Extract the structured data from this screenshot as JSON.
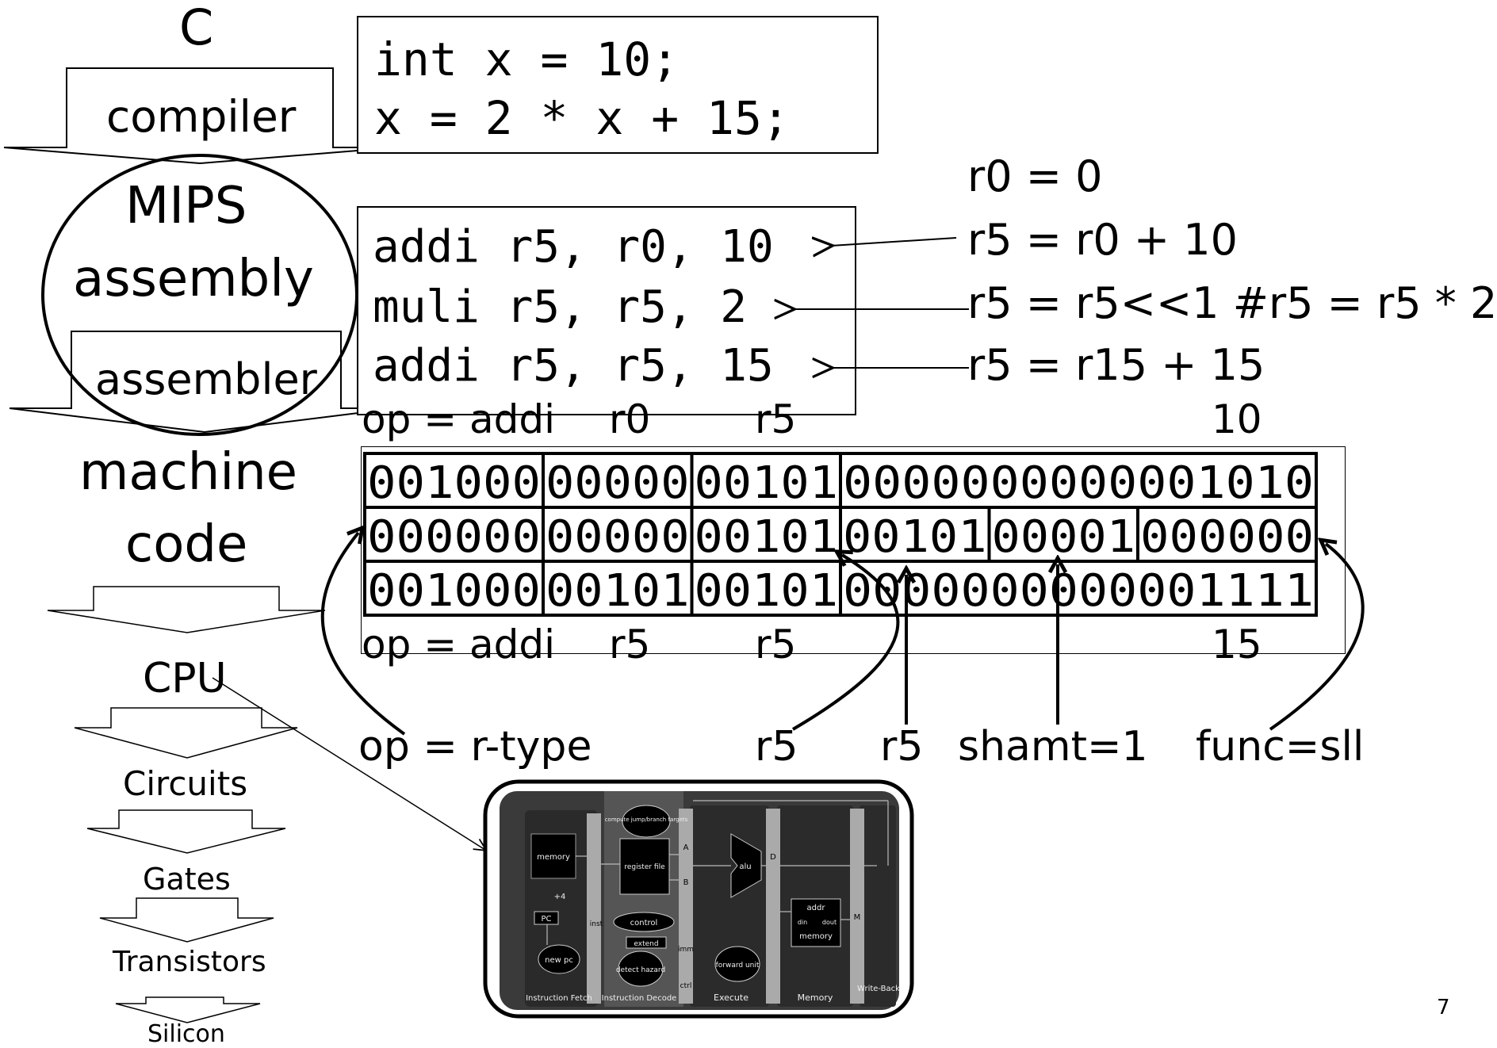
{
  "stack": {
    "c": "C",
    "compiler": "compiler",
    "mips_line1": "MIPS",
    "mips_line2": "assembly",
    "assembler": "assembler",
    "machine_line1": "machine",
    "machine_line2": "code",
    "cpu": "CPU",
    "circuits": "Circuits",
    "gates": "Gates",
    "transistors": "Transistors",
    "silicon": "Silicon"
  },
  "c_code": [
    "int x = 10;",
    "x = 2 * x + 15;"
  ],
  "asm_code": [
    "addi r5, r0, 10",
    "muli r5, r5, 2",
    "addi r5, r5, 15"
  ],
  "notes": [
    "r0 = 0",
    "r5 = r0 + 10",
    "r5 = r5<<1 #r5 = r5 * 2",
    "r5 = r15 + 15"
  ],
  "field_top": {
    "op": "op = addi",
    "rs": "r0",
    "rt": "r5",
    "imm": "10"
  },
  "field_bottom": {
    "op": "op = addi",
    "rs": "r5",
    "rt": "r5",
    "imm": "15"
  },
  "machine_rows": [
    [
      "001000",
      "00000",
      "00101",
      "0000000000001010"
    ],
    [
      "000000",
      "00000",
      "00101",
      "00101",
      "00001",
      "000000"
    ],
    [
      "001000",
      "00101",
      "00101",
      "0000000000001111"
    ]
  ],
  "rtype_labels": {
    "op": "op = r-type",
    "rd": "r5",
    "rt": "r5",
    "shamt": "shamt=1",
    "func": "func=sll"
  },
  "cpu_diagram": {
    "compute": "compute jump/branch targets",
    "memory": "memory",
    "plus4": "+4",
    "pc": "PC",
    "new_pc": "new pc",
    "register_file": "register file",
    "control": "control",
    "extend": "extend",
    "detect_hazard": "detect hazard",
    "alu": "alu",
    "forward_unit": "forward unit",
    "addr": "addr",
    "din": "din",
    "dout": "dout",
    "dmemory": "memory",
    "inst": "inst",
    "imm": "imm",
    "ctrl": "ctrl",
    "a": "A",
    "b": "B",
    "d": "D",
    "m": "M",
    "stage1": "Instruction Fetch",
    "stage2": "Instruction Decode",
    "stage3": "Execute",
    "stage4": "Memory",
    "stage5": "Write-Back"
  },
  "page_number": "7"
}
